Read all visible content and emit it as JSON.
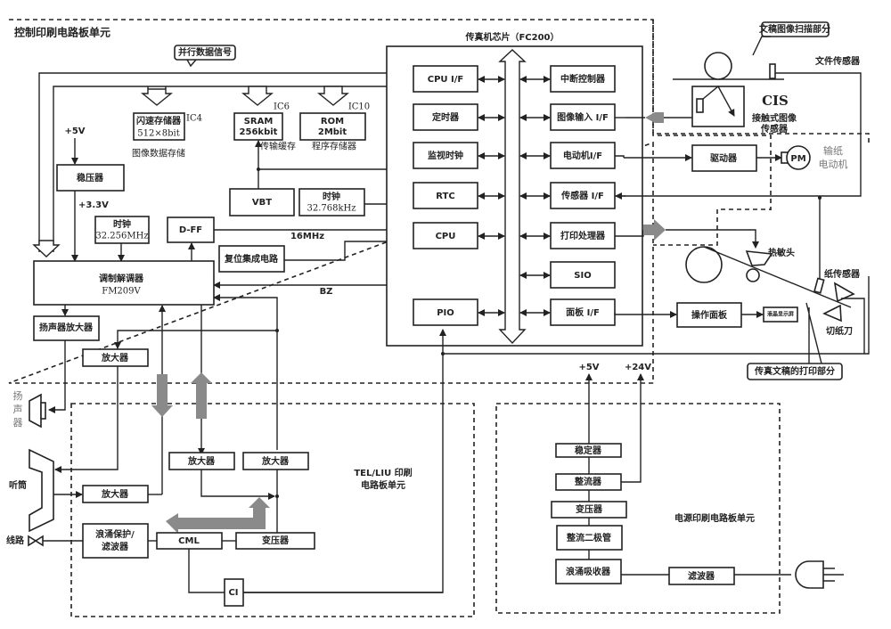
{
  "units": {
    "control_board": "控制印刷电路板单元",
    "tel_liu_board_line1": "TEL/LIU 印刷",
    "tel_liu_board_line2": "电路板单元",
    "power_board": "电源印刷电路板单元"
  },
  "callouts": {
    "parallel_data": "并行数据信号",
    "scan_section": "文稿图像扫描部分",
    "print_section": "传真文稿的打印部分"
  },
  "memory": {
    "flash_line1": "闪速存储器",
    "flash_line2": "512×8bit",
    "flash_ic": "IC4",
    "flash_caption": "图像数据存储",
    "sram_line1": "SRAM",
    "sram_line2": "256kbit",
    "sram_ic": "IC6",
    "sram_caption": "传输缓存",
    "rom_line1": "ROM",
    "rom_line2": "2Mbit",
    "rom_ic": "IC10",
    "rom_caption": "程序存储器"
  },
  "control": {
    "plus5v": "+5V",
    "regulator": "稳压器",
    "plus3v3": "+3.3V",
    "clock_label": "时钟",
    "clock_main": "32.256MHz",
    "dff": "D-FF",
    "freq_16": "16MHz",
    "vbt": "VBT",
    "rtc_clock_label": "时钟",
    "rtc_clock": "32.768kHz",
    "reset_ic": "复位集成电路",
    "modem_line1": "调制解调器",
    "modem_line2": "FM209V",
    "bz": "BZ",
    "speaker_amp": "扬声器放大器",
    "amp": "放大器"
  },
  "chip": {
    "title": "传真机芯片（FC200）",
    "left_blocks": [
      "CPU I/F",
      "定时器",
      "监视时钟",
      "RTC",
      "CPU",
      "PIO"
    ],
    "right_blocks": [
      "中断控制器",
      "图像输入 I/F",
      "电动机I/F",
      "传感器 I/F",
      "打印处理器",
      "SIO",
      "面板 I/F"
    ]
  },
  "scanner": {
    "cis": "CIS",
    "cis_desc_line1": "接触式图像",
    "cis_desc_line2": "传感器",
    "doc_sensor": "文件传感器",
    "driver": "驱动器",
    "pm": "PM",
    "motor_line1": "输纸",
    "motor_line2": "电动机"
  },
  "printer": {
    "thermal_head": "热敏头",
    "paper_sensor": "纸传感器",
    "cutter": "切纸刀",
    "op_panel": "操作面板",
    "lcd": "液晶显示屏"
  },
  "tel": {
    "speaker": [
      "扬",
      "声",
      "器"
    ],
    "handset": "听筒",
    "line": "线路",
    "amp": "放大器",
    "surge_filter_line1": "浪涌保护/",
    "surge_filter_line2": "滤波器",
    "cml": "CML",
    "transformer": "变压器",
    "ci": "CI"
  },
  "power": {
    "plus5v": "+5V",
    "plus24v": "+24V",
    "stabilizer": "稳定器",
    "rectifier": "整流器",
    "transformer": "变压器",
    "rect_diode": "整流二极管",
    "surge_absorber": "浪涌吸收器",
    "filter": "滤波器"
  }
}
